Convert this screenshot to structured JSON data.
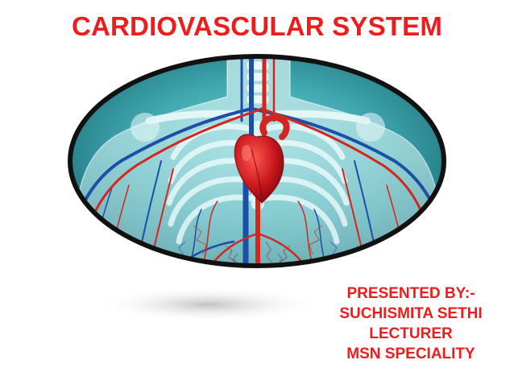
{
  "slide": {
    "title": "CARDIOVASCULAR SYSTEM",
    "title_color": "#ee1c1c",
    "image": {
      "icon": "cardiovascular-anatomy-illustration",
      "frame_color": "#111111",
      "background_color": "#3fa7ae",
      "artery_color": "#d32620",
      "vein_color": "#1b4fa8",
      "heart_color": "#c8161d"
    },
    "presenter": {
      "color": "#ee1c1c",
      "lines": [
        "PRESENTED BY:-",
        "SUCHISMITA SETHI",
        "LECTURER",
        "MSN SPECIALITY"
      ]
    }
  }
}
